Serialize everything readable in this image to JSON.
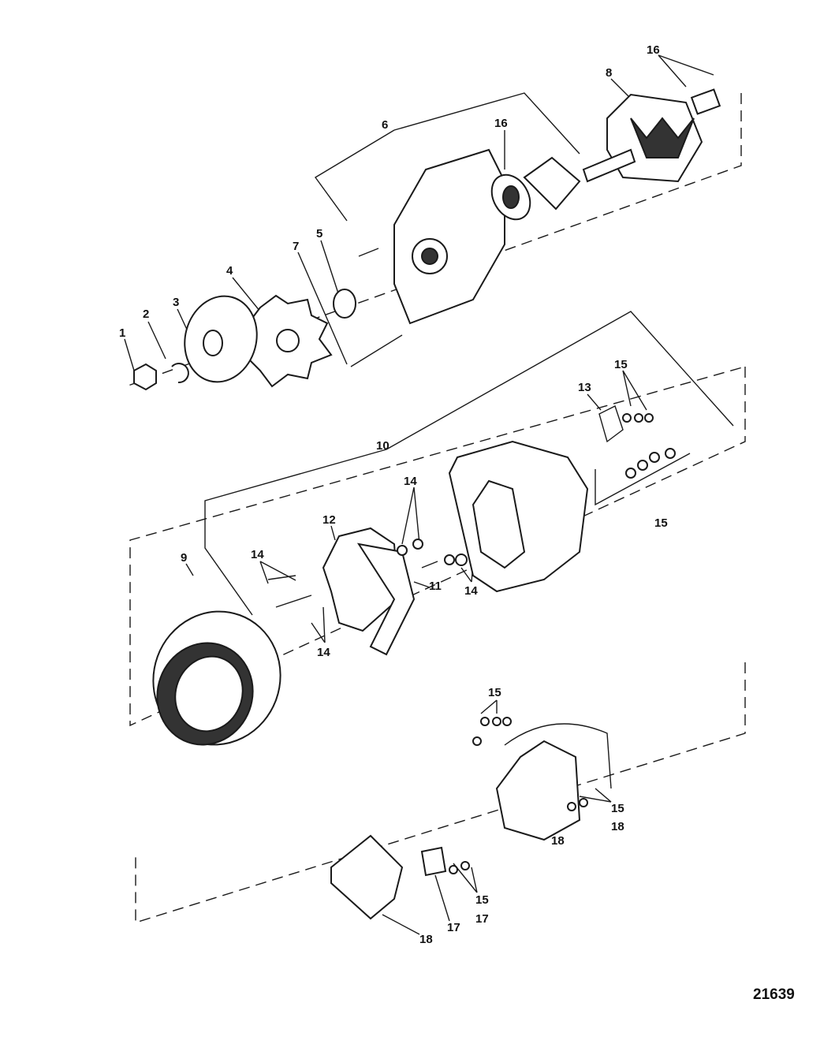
{
  "figure_number": "21639",
  "callouts": {
    "c1": "1",
    "c2": "2",
    "c3": "3",
    "c4": "4",
    "c5": "5",
    "c6": "6",
    "c7": "7",
    "c8": "8",
    "c9": "9",
    "c10": "10",
    "c11": "11",
    "c12": "12",
    "c13": "13",
    "c14a": "14",
    "c14b": "14",
    "c14c": "14",
    "c14d": "14",
    "c15a": "15",
    "c15b": "15",
    "c15c": "15",
    "c15d": "15",
    "c15e": "15",
    "c16a": "16",
    "c16b": "16",
    "c17a": "17",
    "c17b": "17",
    "c18a": "18",
    "c18b": "18",
    "c18c": "18"
  }
}
